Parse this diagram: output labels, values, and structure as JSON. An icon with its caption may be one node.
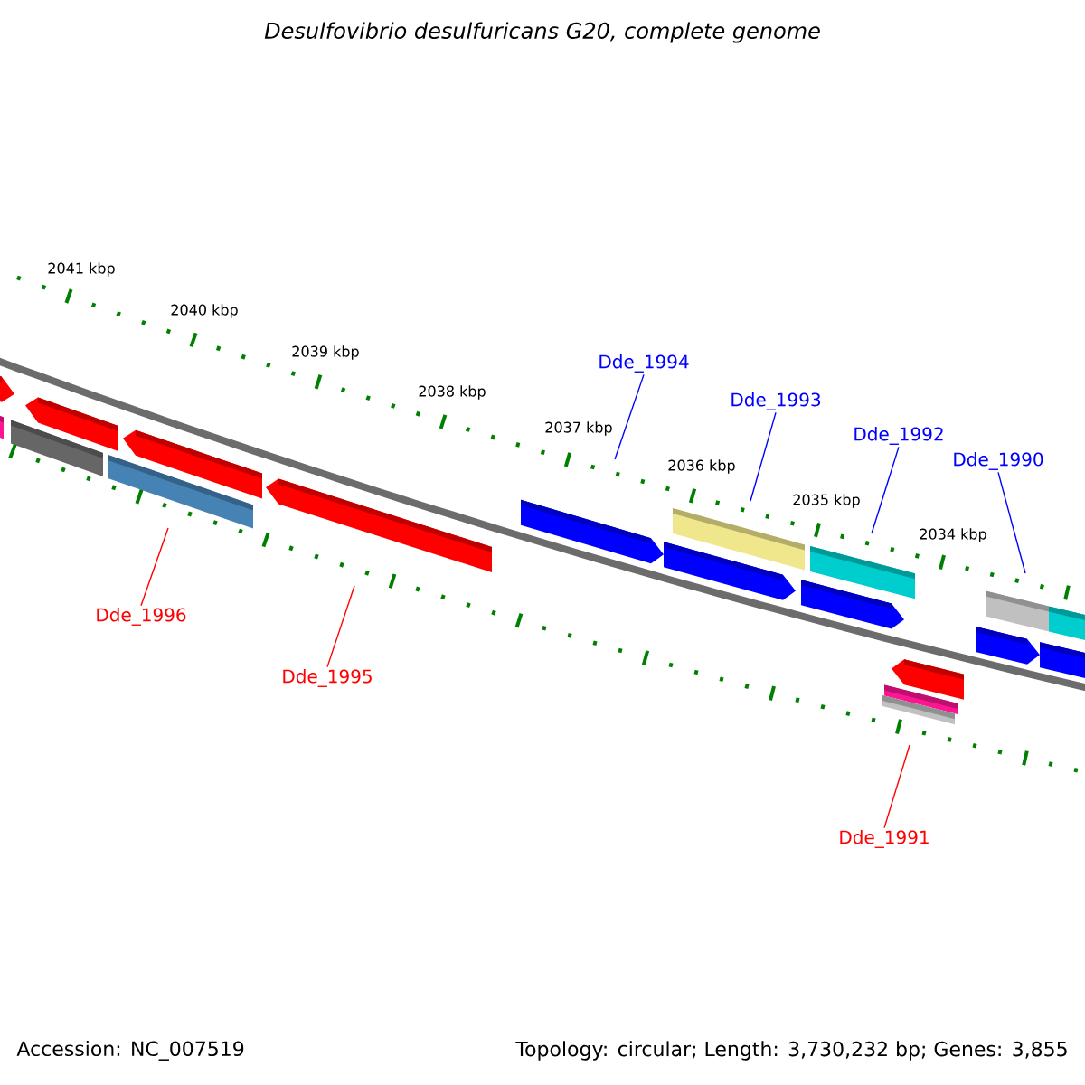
{
  "diagram": {
    "title": "Desulfovibrio desulfuricans G20, complete genome",
    "nodes": [
      {
        "text": [
          "Dde_1994"
        ]
      },
      {
        "text": [
          "Dde_1993"
        ]
      },
      {
        "text": [
          "Dde_1992"
        ]
      },
      {
        "text": [
          "Dde_1990"
        ]
      },
      {
        "text": [
          "Dde_1996"
        ]
      },
      {
        "text": [
          "Dde_1995"
        ]
      },
      {
        "text": [
          "Dde_1991"
        ]
      }
    ],
    "edges": [
      {
        "from": 0,
        "to": null,
        "arrow": "none"
      },
      {
        "from": 1,
        "to": null,
        "arrow": "none"
      },
      {
        "from": 2,
        "to": null,
        "arrow": "none"
      },
      {
        "from": 3,
        "to": null,
        "arrow": "none"
      },
      {
        "from": 4,
        "to": null,
        "arrow": "none",
        "color": "#ff0000"
      },
      {
        "from": 5,
        "to": null,
        "arrow": "none",
        "color": "#ff0000"
      },
      {
        "from": 6,
        "to": null,
        "arrow": "none",
        "color": "#ff0000"
      }
    ],
    "labels": [
      "2041 kbp",
      "2040 kbp",
      "2039 kbp",
      "2038 kbp",
      "2037 kbp",
      "2036 kbp",
      "2035 kbp",
      "2034 kbp",
      "Accession: NC_007519",
      "Topology: circular; Length: 3,730,232 bp; Genes: 3,855"
    ]
  }
}
